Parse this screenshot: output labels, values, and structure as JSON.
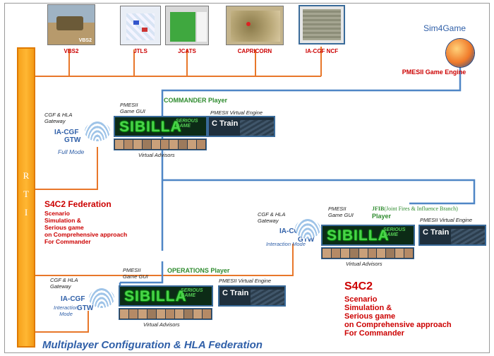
{
  "rti": {
    "letters": [
      "R",
      "T",
      "I"
    ]
  },
  "screenshots": [
    {
      "label": "VBS2",
      "overlay": "VBS2"
    },
    {
      "label": "JTLS"
    },
    {
      "label": "JCATS"
    },
    {
      "label": "CAPRICORN"
    },
    {
      "label": "IA-CGF NCF"
    }
  ],
  "sim4game": {
    "title": "Sim4Game",
    "engine": "PMESII Game Engine"
  },
  "commander": {
    "player_label": "COMMANDER Player",
    "gateway": [
      "CGF & HLA",
      "Gateway"
    ],
    "gui_label": [
      "PMESII",
      "Game GUI"
    ],
    "engine_label": "PMESII Virtual Engine",
    "iacgf": "IA-CGF",
    "gtw": "GTW",
    "mode": "Full Mode",
    "advisors": "Virtual Advisors",
    "sibilla": "SIBILLA",
    "serious": "SERIOUS GAME",
    "ctrain": "C Train"
  },
  "jfib": {
    "player_label_1": "JFIB",
    "player_label_2": "(Joint Fires & Influence Branch)",
    "player_label_3": "Player",
    "gateway": [
      "CGF & HLA",
      "Gateway"
    ],
    "gui_label": [
      "PMESII",
      "Game GUI"
    ],
    "engine_label": "PMESII Virtual Engine",
    "iacgf": "IA-CGF",
    "gtw": "GTW",
    "mode": "Interaction Mode",
    "advisors": "Virtual Advisors",
    "sibilla": "SIBILLA",
    "serious": "SERIOUS GAME",
    "ctrain": "C Train"
  },
  "operations": {
    "player_label": "OPERATIONS Player",
    "gateway": [
      "CGF & HLA",
      "Gateway"
    ],
    "gui_label": [
      "PMESII",
      "Game GUI"
    ],
    "engine_label": "PMESII Virtual Engine",
    "iacgf": "IA-CGF",
    "gtw": "GTW",
    "mode": [
      "Interaction",
      "Mode"
    ],
    "advisors": "Virtual Advisors",
    "sibilla": "SIBILLA",
    "serious": "SERIOUS GAME",
    "ctrain": "C Train"
  },
  "federation": {
    "title": "S4C2 Federation",
    "lines": [
      "Scenario",
      "Simulation &",
      "Serious game",
      "on Comprehensive approach",
      "For Commander"
    ]
  },
  "s4c2": {
    "title": "S4C2",
    "lines": [
      "Scenario",
      "Simulation &",
      "Serious game",
      "on Comprehensive approach",
      "For Commander"
    ]
  },
  "footer": {
    "title": "Multiplayer Configuration & HLA Federation"
  },
  "colors": {
    "orange_line": "#e8772a",
    "blue_line": "#4f86c6",
    "rti": "#f6a21c",
    "red_text": "#cc0000",
    "green_text": "#2e8b2e"
  }
}
